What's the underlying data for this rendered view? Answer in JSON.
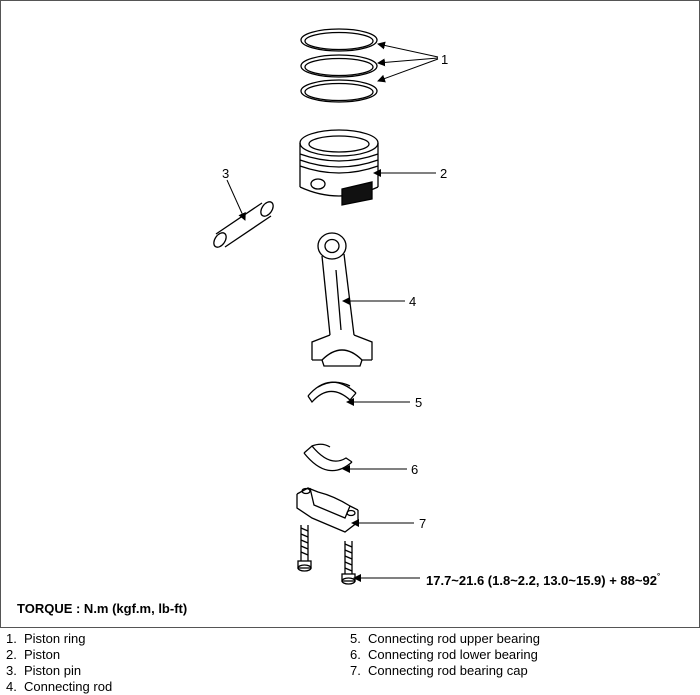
{
  "callouts": {
    "c1": "1",
    "c2": "2",
    "c3": "3",
    "c4": "4",
    "c5": "5",
    "c6": "6",
    "c7": "7"
  },
  "torque": {
    "value": "17.7~21.6 (1.8~2.2, 13.0~15.9) + 88~92",
    "degree": "°",
    "label": "TORQUE : N.m (kgf.m, lb-ft)"
  },
  "legend": {
    "left": [
      {
        "num": "1.",
        "text": "Piston ring"
      },
      {
        "num": "2.",
        "text": "Piston"
      },
      {
        "num": "3.",
        "text": "Piston pin"
      },
      {
        "num": "4.",
        "text": "Connecting rod"
      }
    ],
    "right": [
      {
        "num": "5.",
        "text": "Connecting rod upper bearing"
      },
      {
        "num": "6.",
        "text": "Connecting rod lower bearing"
      },
      {
        "num": "7.",
        "text": "Connecting rod bearing cap"
      }
    ]
  }
}
